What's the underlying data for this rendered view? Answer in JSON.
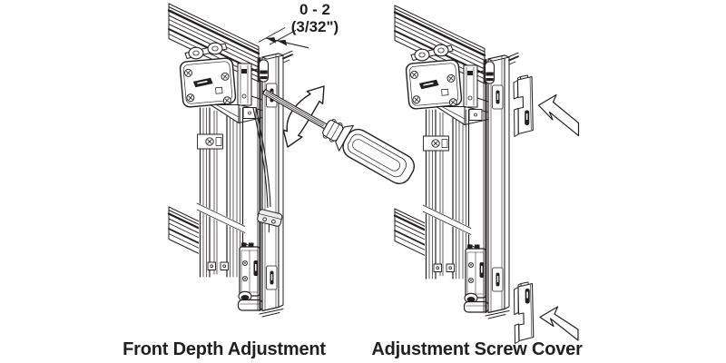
{
  "illustration": {
    "background": "#ffffff",
    "ink_color": "#231f20",
    "panels": {
      "left": {
        "caption": "Front Depth Adjustment",
        "dimension_label": {
          "line1": "0 - 2",
          "line2": "(3/32\")"
        },
        "elements": [
          "frame-profile",
          "dimension-callout",
          "screwdriver",
          "rotation-arrow",
          "hanging-cord-clip"
        ]
      },
      "right": {
        "caption": "Adjustment Screw Cover",
        "elements": [
          "frame-profile",
          "screw-cover-top",
          "insert-arrow-top",
          "screw-cover-bottom",
          "insert-arrow-bottom"
        ]
      }
    }
  }
}
